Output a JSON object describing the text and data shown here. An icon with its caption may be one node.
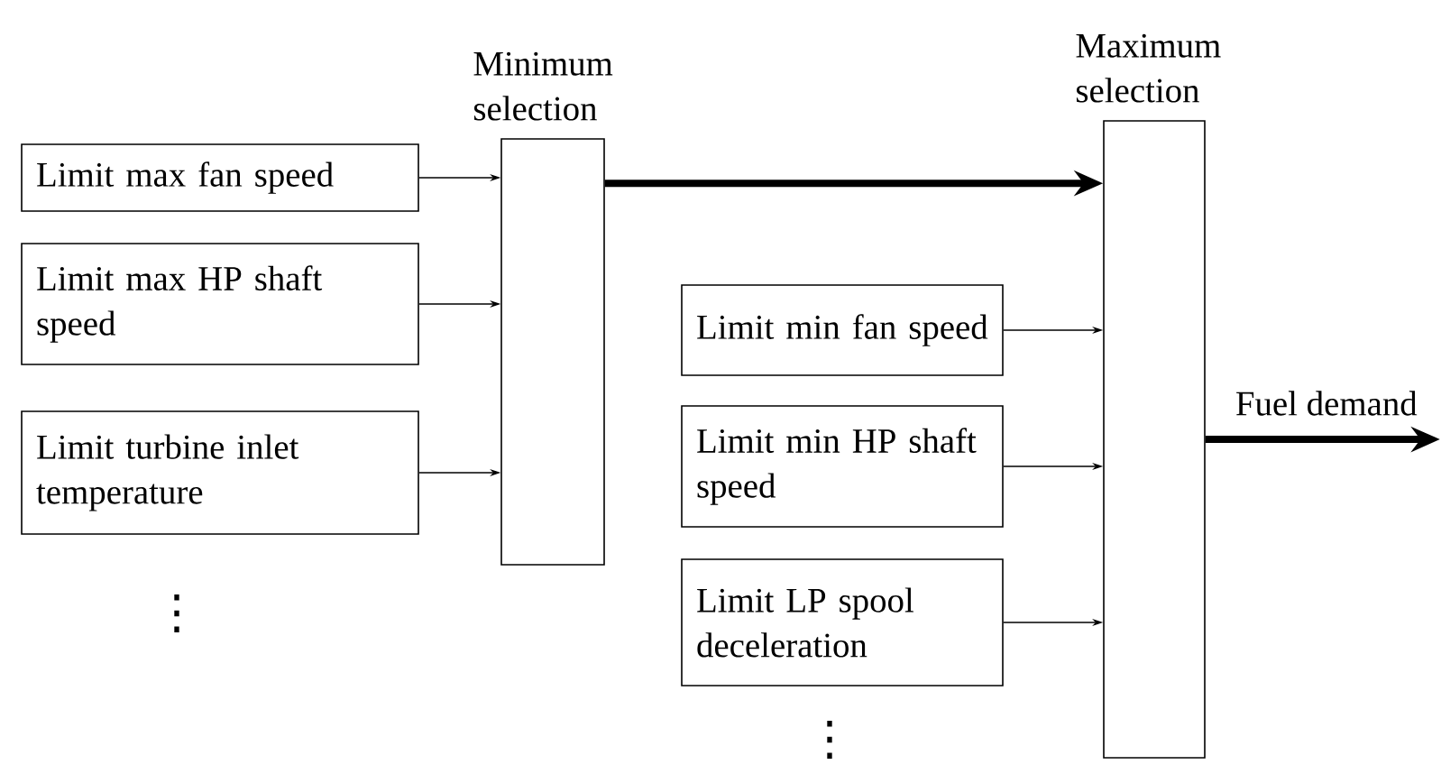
{
  "diagram": {
    "nodes": [
      {
        "text": [
          "Limit max fan speed"
        ]
      },
      {
        "text": [
          "Limit max HP shaft speed"
        ]
      },
      {
        "text": [
          "Limit turbine inlet temperature"
        ]
      },
      {
        "text": [
          "Minimum selection"
        ]
      },
      {
        "text": [
          "Limit min fan speed"
        ]
      },
      {
        "text": [
          "Limit min HP shaft speed"
        ]
      },
      {
        "text": [
          "Limit LP spool deceleration"
        ]
      },
      {
        "text": [
          "Maximum selection"
        ]
      }
    ],
    "edges": [
      {
        "from": 0,
        "to": 3,
        "arrow": "to"
      },
      {
        "from": 1,
        "to": 3,
        "arrow": "to"
      },
      {
        "from": 2,
        "to": 3,
        "arrow": "to"
      },
      {
        "from": 3,
        "to": 7,
        "arrow": "to",
        "style": "thick"
      },
      {
        "from": 4,
        "to": 7,
        "arrow": "to"
      },
      {
        "from": 5,
        "to": 7,
        "arrow": "to"
      },
      {
        "from": 6,
        "to": 7,
        "arrow": "to"
      },
      {
        "from": 7,
        "to": null,
        "arrow": "to",
        "style": "thick",
        "label": "Fuel demand"
      }
    ],
    "labels": [
      "⋮",
      "⋮"
    ]
  }
}
